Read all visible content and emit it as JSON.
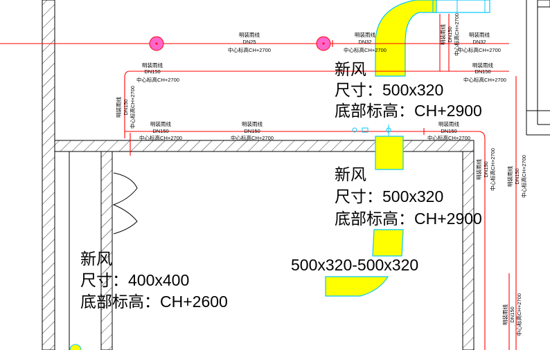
{
  "colors": {
    "pipe": "#ff0000",
    "duct_fill": "#ffff00",
    "duct_edge": "#00c8ff",
    "fitting": "#ff66cc",
    "wall": "#000000"
  },
  "pipe_labels": {
    "name": "明装雨线",
    "dn25": "DN25",
    "dn32": "DN32",
    "dn150": "DN150",
    "elev": "中心标高CH+2700"
  },
  "duct_labels": [
    {
      "title": "新风",
      "size": "尺寸：500x320",
      "elev": "底部标高：CH+2900"
    },
    {
      "title": "新风",
      "size": "尺寸：500x320",
      "elev": "底部标高：CH+2900"
    },
    {
      "title": "新风",
      "size": "尺寸：400x400",
      "elev": "底部标高：CH+2600"
    }
  ],
  "reducer_label": "500x320-500x320"
}
